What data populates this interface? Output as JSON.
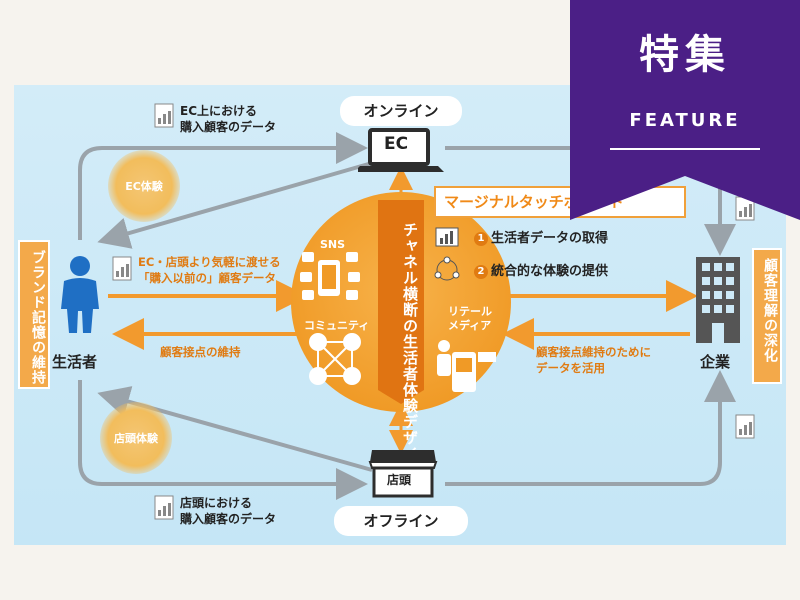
{
  "feature_banner": {
    "title": "特集",
    "subtitle": "FEATURE",
    "color": "#4b1f86"
  },
  "nodes": {
    "consumer": "生活者",
    "company": "企業",
    "online": "オンライン",
    "offline": "オフライン",
    "ec_label": "EC",
    "store_label": "店頭"
  },
  "side_labels": {
    "left": "ブランド記憶の維持",
    "right": "顧客理解の深化"
  },
  "experiences": {
    "ec": "EC体験",
    "store": "店頭体験"
  },
  "data_labels": {
    "ec_purchase": [
      "EC上における",
      "購入顧客のデータ"
    ],
    "store_purchase": [
      "店頭における",
      "購入顧客のデータ"
    ],
    "pre_purchase": [
      "EC・店頭より気軽に渡せる",
      "「購入以前の」顧客データ"
    ],
    "touchpoint_keep": "顧客接点の維持",
    "company_use": [
      "顧客接点維持のために",
      "データを活用"
    ]
  },
  "center": {
    "title": "チャネル横断の生活者体験デザイン",
    "sns": "SNS",
    "community": "コミュニティ",
    "retail_media": [
      "リテール",
      "メディア"
    ]
  },
  "marginal": {
    "label": "マージナルタッチポイント",
    "items": [
      {
        "num": "1",
        "text": "生活者データの取得"
      },
      {
        "num": "2",
        "text": "統合的な体験の提供"
      }
    ]
  },
  "colors": {
    "accent": "#f08a18",
    "arrow_gray": "#9aa3aa",
    "arrow_orange": "#f29a2e",
    "person_blue": "#1f6fc4",
    "panel": "#cde9f7"
  }
}
